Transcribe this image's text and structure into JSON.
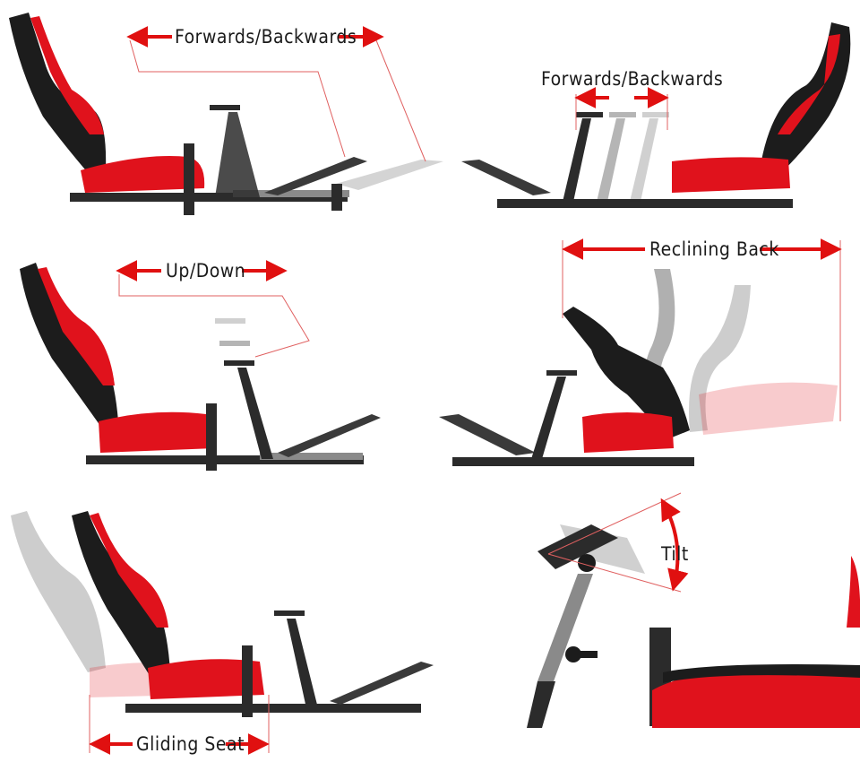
{
  "labels": {
    "forwards_backwards_pedals": "Forwards/Backwards",
    "forwards_backwards_wheel": "Forwards/Backwards",
    "up_down": "Up/Down",
    "reclining_back": "Reclining Back",
    "tilt": "Tilt",
    "gliding_seat": "Gliding Seat"
  },
  "colors": {
    "seat_red": "#e0121c",
    "seat_black": "#1c1c1c",
    "frame_dark": "#2b2b2b",
    "frame_steel": "#8a8a8a",
    "arrow_red": "#e01010",
    "guide_line": "#e06060"
  },
  "icons": {
    "arrow": "double-headed-red-arrow",
    "curved_arrow": "curved-red-arrow"
  }
}
